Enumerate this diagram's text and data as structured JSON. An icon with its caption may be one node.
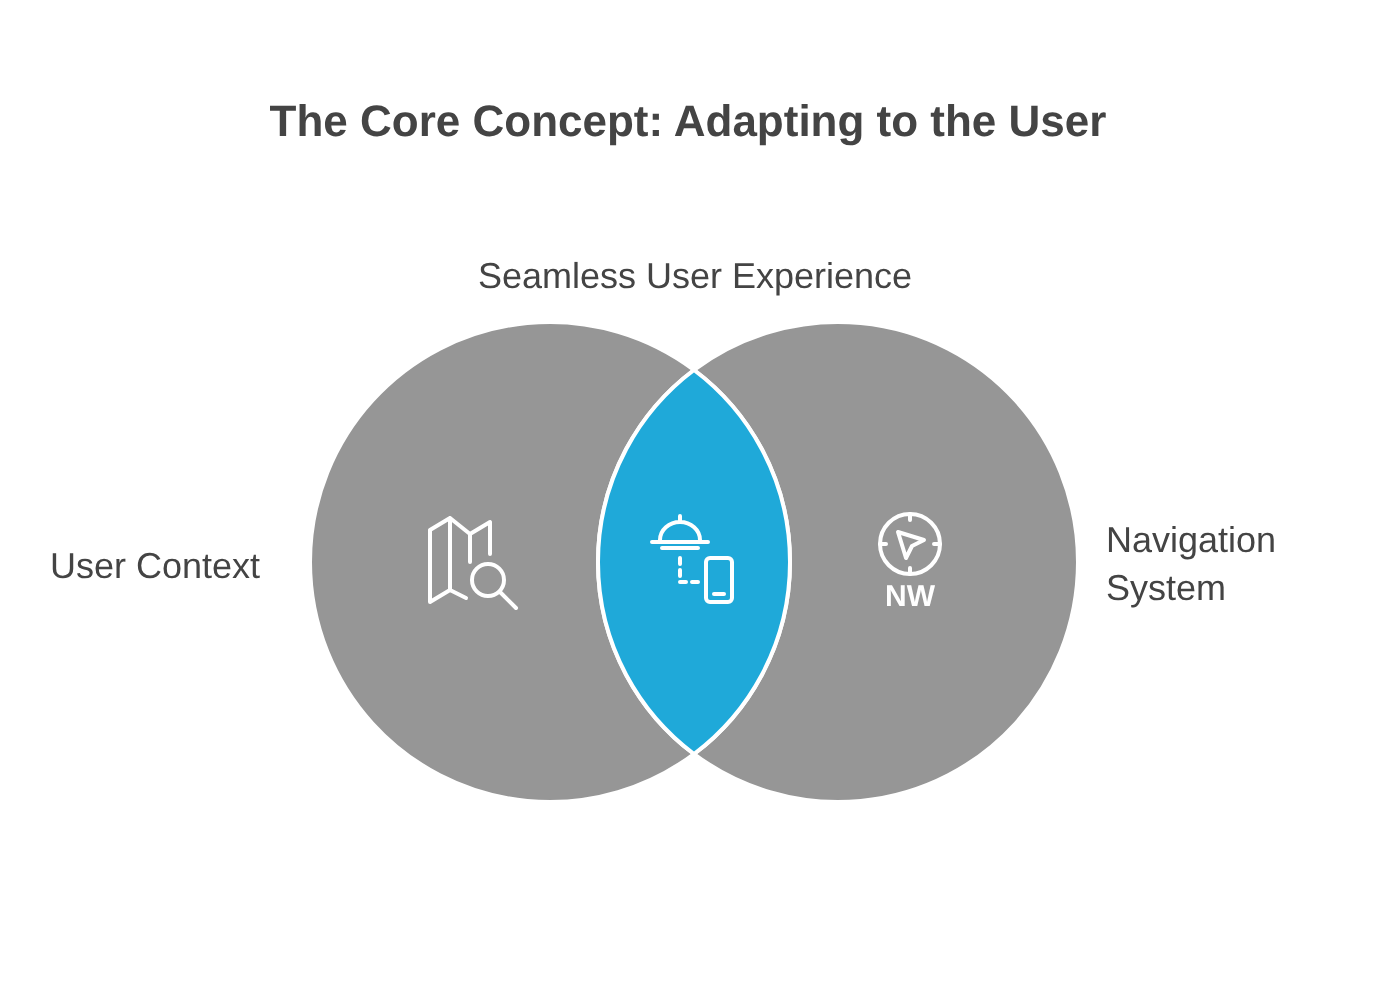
{
  "diagram": {
    "title": "The Core Concept: Adapting to the User",
    "nodes": [
      {
        "text": [
          "User Context"
        ]
      },
      {
        "text": [
          "Navigation System"
        ]
      },
      {
        "text": [
          "Seamless User Experience"
        ]
      }
    ],
    "labels": [
      "NW"
    ]
  }
}
